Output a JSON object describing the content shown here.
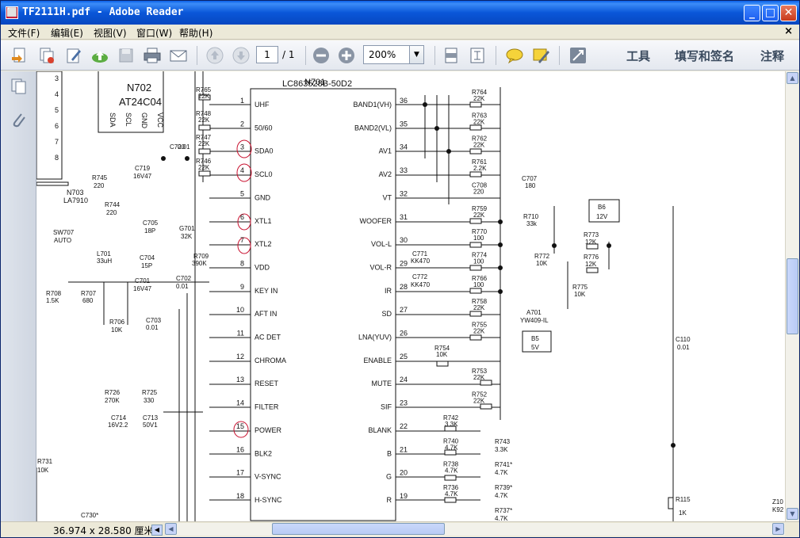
{
  "window": {
    "title": "TF2111H.pdf - Adobe Reader"
  },
  "menu": {
    "items": [
      "文件(F)",
      "编辑(E)",
      "视图(V)",
      "窗口(W)",
      "帮助(H)"
    ],
    "close_glyph": "×"
  },
  "toolbar": {
    "page_current": "1",
    "page_total": "/ 1",
    "zoom": "200%",
    "right_links": [
      "工具",
      "填写和签名",
      "注释"
    ]
  },
  "status": {
    "dimensions": "36.974 x 28.580 厘米"
  },
  "schematic": {
    "ic_main": {
      "name": "N701",
      "part": "LC863528B-50D2"
    },
    "ic_eeprom": {
      "name": "N702",
      "part": "AT24C04",
      "pins": [
        "SDA",
        "SCL",
        "GND",
        "VCC"
      ]
    },
    "regulator": {
      "name": "N703",
      "part": "LA7910"
    },
    "left_pins": [
      {
        "num": "1",
        "label": "UHF"
      },
      {
        "num": "2",
        "label": "50/60"
      },
      {
        "num": "3",
        "label": "SDA0"
      },
      {
        "num": "4",
        "label": "SCL0"
      },
      {
        "num": "5",
        "label": "GND"
      },
      {
        "num": "6",
        "label": "XTL1"
      },
      {
        "num": "7",
        "label": "XTL2"
      },
      {
        "num": "8",
        "label": "VDD"
      },
      {
        "num": "9",
        "label": "KEY IN"
      },
      {
        "num": "10",
        "label": "AFT IN"
      },
      {
        "num": "11",
        "label": "AC DET"
      },
      {
        "num": "12",
        "label": "CHROMA"
      },
      {
        "num": "13",
        "label": "RESET"
      },
      {
        "num": "14",
        "label": "FILTER"
      },
      {
        "num": "15",
        "label": "POWER"
      },
      {
        "num": "16",
        "label": "BLK2"
      },
      {
        "num": "17",
        "label": "V-SYNC"
      },
      {
        "num": "18",
        "label": "H-SYNC"
      }
    ],
    "right_pins": [
      {
        "num": "36",
        "label": "BAND1(VH)"
      },
      {
        "num": "35",
        "label": "BAND2(VL)"
      },
      {
        "num": "34",
        "label": "AV1"
      },
      {
        "num": "33",
        "label": "AV2"
      },
      {
        "num": "32",
        "label": "VT"
      },
      {
        "num": "31",
        "label": "WOOFER"
      },
      {
        "num": "30",
        "label": "VOL-L"
      },
      {
        "num": "29",
        "label": "VOL-R"
      },
      {
        "num": "28",
        "label": "IR"
      },
      {
        "num": "27",
        "label": "SD"
      },
      {
        "num": "26",
        "label": "LNA(YUV)"
      },
      {
        "num": "25",
        "label": "ENABLE"
      },
      {
        "num": "24",
        "label": "MUTE"
      },
      {
        "num": "23",
        "label": "SIF"
      },
      {
        "num": "22",
        "label": "BLANK"
      },
      {
        "num": "21",
        "label": "B"
      },
      {
        "num": "20",
        "label": "G"
      },
      {
        "num": "19",
        "label": "R"
      }
    ],
    "right_resistors": [
      {
        "name": "R764",
        "value": "22K"
      },
      {
        "name": "R763",
        "value": "22K"
      },
      {
        "name": "R762",
        "value": "22K"
      },
      {
        "name": "R761",
        "value": "2.2K"
      },
      {
        "name": "C708",
        "value": "220"
      },
      {
        "name": "R759",
        "value": "22K"
      },
      {
        "name": "R770",
        "value": "100"
      },
      {
        "name": "R774",
        "value": "100"
      },
      {
        "name": "R766",
        "value": "100"
      },
      {
        "name": "R758",
        "value": "22K"
      },
      {
        "name": "R755",
        "value": "22K"
      },
      {
        "name": "R754",
        "value": "10K"
      },
      {
        "name": "R753",
        "value": "22K"
      },
      {
        "name": "R752",
        "value": "22K"
      },
      {
        "name": "R742",
        "value": "3.3K"
      },
      {
        "name": "R740",
        "value": "4.7K"
      },
      {
        "name": "R738",
        "value": "4.7K"
      },
      {
        "name": "R736",
        "value": "4.7K"
      }
    ],
    "left_resistors": [
      {
        "name": "R765",
        "value": "22K"
      },
      {
        "name": "R748",
        "value": "22K"
      },
      {
        "name": "R747",
        "value": "22K"
      },
      {
        "name": "R746",
        "value": "22K"
      }
    ],
    "misc_labels": {
      "c720": "C720",
      "c720v": "0.01",
      "r745": "R745",
      "r745v": "220",
      "c719": "C719",
      "c719v": "16V47",
      "r744": "R744",
      "r744v": "220",
      "c705": "C705",
      "c705v": "18P",
      "g701": "G701",
      "g701v": "32K",
      "c704": "C704",
      "c704v": "15P",
      "r709": "R709",
      "r709v": "390K",
      "sw707": "SW707",
      "sw707v": "AUTO",
      "l701": "L701",
      "l701v": "33uH",
      "c701": "C701",
      "c701v": "16V47",
      "c702": "C702",
      "c702v": "0.01",
      "r708": "R708",
      "r708v": "1.5K",
      "r707": "R707",
      "r707v": "680",
      "r706": "R706",
      "r706v": "10K",
      "c703": "C703",
      "c703v": "0.01",
      "r726": "R726",
      "r726v": "270K",
      "r725": "R725",
      "r725v": "330",
      "c714": "C714",
      "c714v": "16V2.2",
      "c713": "C713",
      "c713v": "50V1",
      "r731": "R731",
      "r731v": "10K",
      "c730": "C730*",
      "c707": "C707",
      "c707v": "180",
      "r710": "R710",
      "r710v": "33k",
      "c771": "C771",
      "c771v": "KK470",
      "c772": "C772",
      "c772v": "KK470",
      "r772": "R772",
      "r772v": "10K",
      "r775": "R775",
      "r775v": "10K",
      "r773": "R773",
      "r773v": "12K",
      "r776": "R776",
      "r776v": "12K",
      "b6": "B6",
      "b6v": "12V",
      "a701": "A701",
      "a701v": "YW409-IL",
      "b5": "B5",
      "b5v": "5V",
      "c110": "C110",
      "c110v": "0.01",
      "r743": "R743",
      "r743v": "3.3K",
      "r741": "R741*",
      "r741v": "4.7K",
      "r739": "R739*",
      "r739v": "4.7K",
      "r737": "R737*",
      "r737v": "4.7K",
      "r115": "R115",
      "r115v": "1K",
      "z10": "Z10",
      "k92": "K92"
    },
    "left_numbers": [
      "3",
      "4",
      "5",
      "6",
      "7",
      "8"
    ]
  }
}
